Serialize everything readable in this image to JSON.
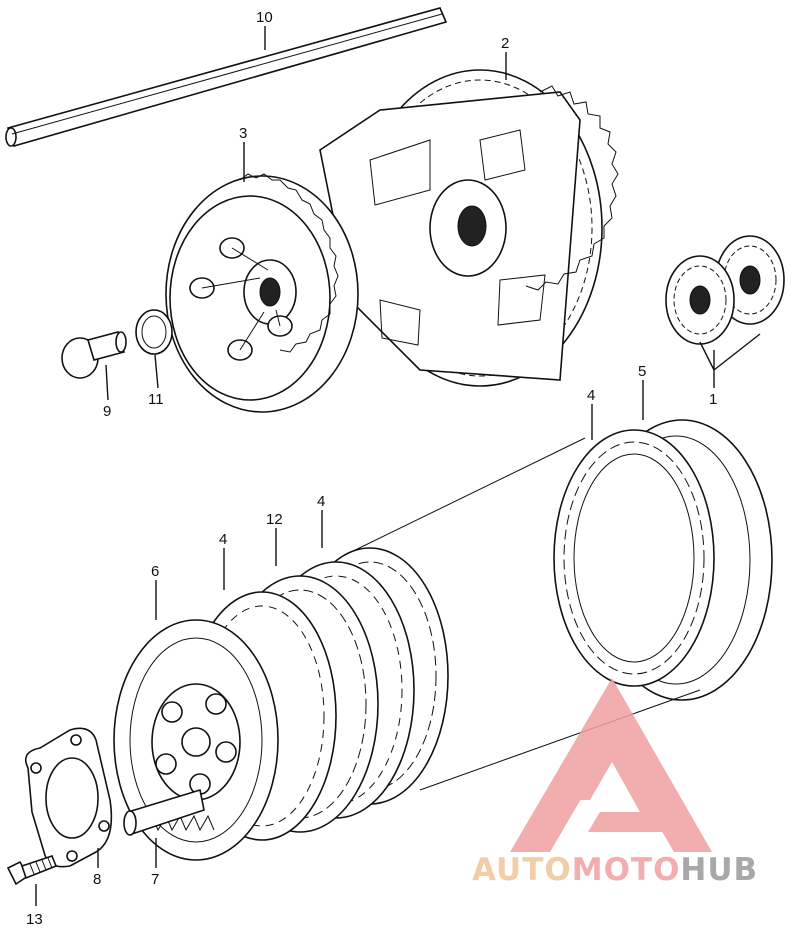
{
  "callouts": {
    "c1": "1",
    "c2": "2",
    "c3": "3",
    "c4a": "4",
    "c4b": "4",
    "c4c": "4",
    "c5": "5",
    "c6": "6",
    "c7": "7",
    "c8": "8",
    "c9": "9",
    "c10": "10",
    "c11": "11",
    "c12": "12",
    "c13": "13"
  },
  "watermark": {
    "part1": "AUTO",
    "part2": "MOTO",
    "part3": "HUB",
    "color_primary": "#f0a0a0",
    "color_secondary": "#f2c49a",
    "color_dark": "#9a9a9a"
  }
}
